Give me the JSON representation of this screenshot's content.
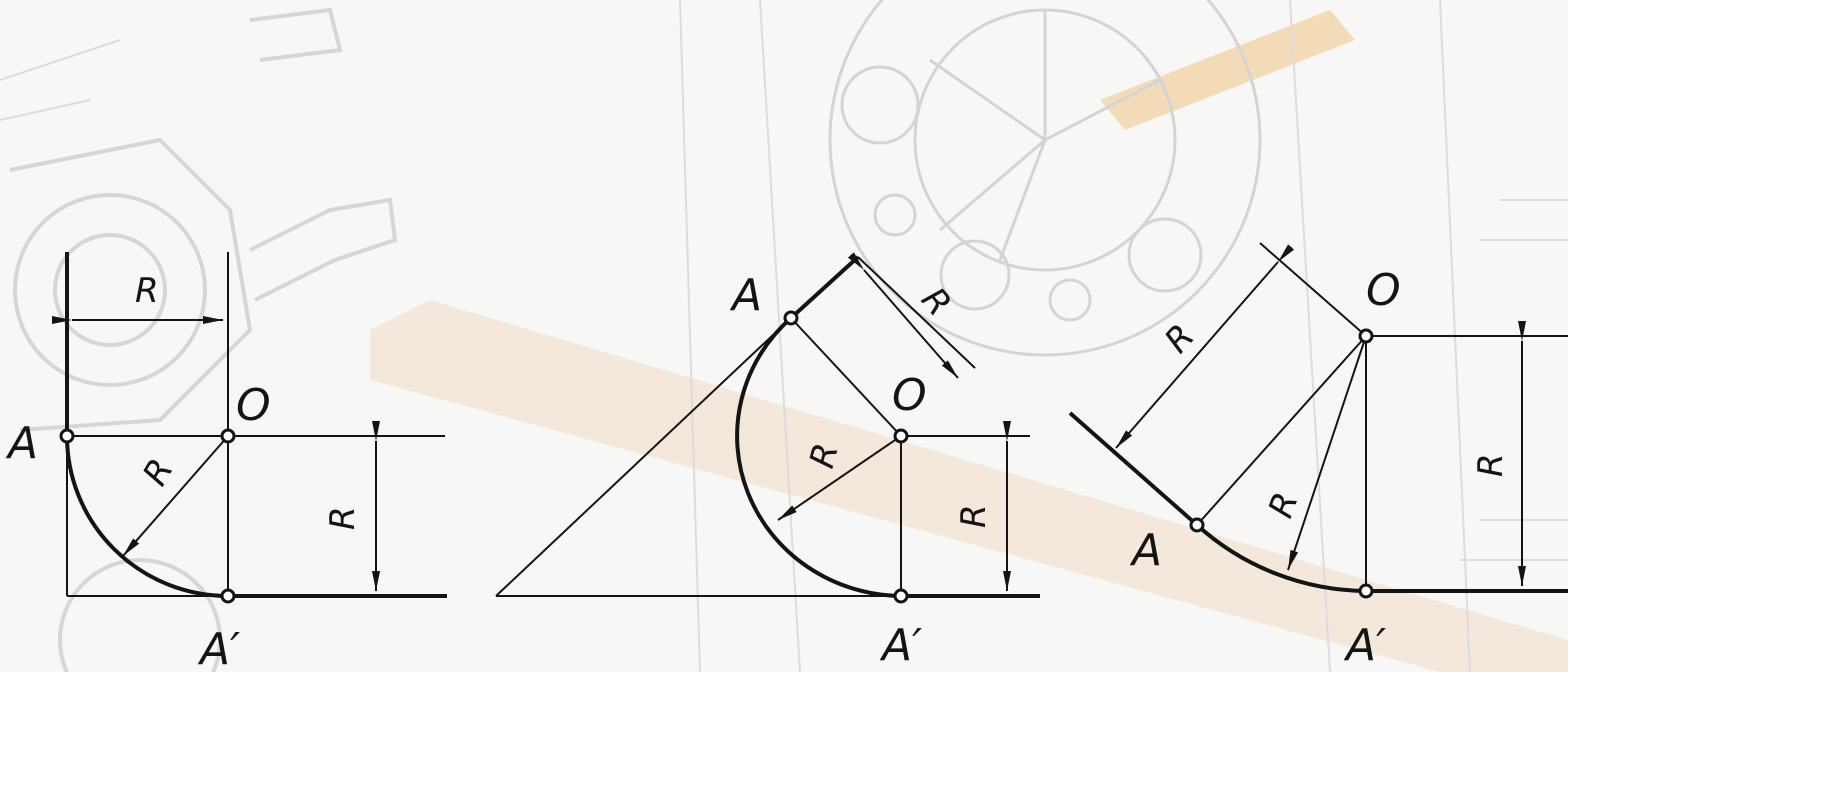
{
  "figures": [
    {
      "point_a": "A",
      "center": "O",
      "point_a_prime": "A′",
      "radius_labels": [
        "R",
        "R",
        "R"
      ]
    },
    {
      "point_a": "A",
      "center": "O",
      "point_a_prime": "A′",
      "radius_labels": [
        "R",
        "R",
        "R"
      ]
    },
    {
      "point_a": "A",
      "center": "O",
      "point_a_prime": "A′",
      "radius_labels": [
        "R",
        "R",
        "R"
      ]
    }
  ],
  "colors": {
    "ink": "#141414",
    "background": "#f7f7f6",
    "faint_lines": "#d9d9d9",
    "pencil": "#f0c890",
    "ruler": "#f3dcc8"
  }
}
